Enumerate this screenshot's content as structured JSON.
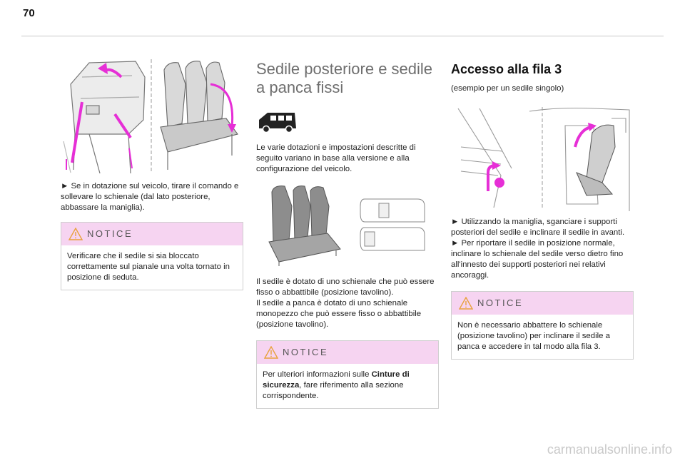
{
  "page": {
    "number": "70"
  },
  "col1": {
    "instruction": "► Se in dotazione sul veicolo, tirare il comando e sollevare lo schienale (dal lato posteriore, abbassare la maniglia).",
    "notice": {
      "title": "NOTICE",
      "text": "Verificare che il sedile si sia bloccato correttamente sul pianale una volta tornato in posizione di seduta."
    }
  },
  "col2": {
    "heading_line1": "Sedile posteriore e sedile",
    "heading_line2": "a panca fissi",
    "intro": "Le varie dotazioni e impostazioni descritte di seguito variano in base alla versione e alla configurazione del veicolo.",
    "description_1": "Il sedile è dotato di uno schienale che può essere fisso o abbattibile (posizione tavolino).",
    "description_2": "Il sedile a panca è dotato di uno schienale monopezzo che può essere fisso o abbattibile (posizione tavolino).",
    "notice": {
      "title": "NOTICE",
      "text_before": "Per ulteriori informazioni sulle ",
      "text_bold": "Cinture di sicurezza",
      "text_after": ", fare riferimento alla sezione corrispondente."
    }
  },
  "col3": {
    "heading": "Accesso alla fila 3",
    "subheading": "(esempio per un sedile singolo)",
    "instruction_1": "► Utilizzando la maniglia, sganciare i supporti posteriori del sedile e inclinare il sedile in avanti.",
    "instruction_2": "► Per riportare il sedile in posizione normale, inclinare lo schienale del sedile verso dietro fino all'innesto dei supporti posteriori nei relativi ancoraggi.",
    "notice": {
      "title": "NOTICE",
      "text": "Non è necessario abbattere lo schienale (posizione tavolino) per inclinare il sedile a panca e accedere in tal modo alla fila 3."
    }
  },
  "footer": {
    "watermark": "carmanualsonline.info"
  },
  "colors": {
    "accent_pink": "#f6d4f1",
    "arrow_magenta": "#e62fd6"
  },
  "icons": [
    "warning-triangle-icon",
    "van-icon",
    "magenta-arrow-icon"
  ]
}
